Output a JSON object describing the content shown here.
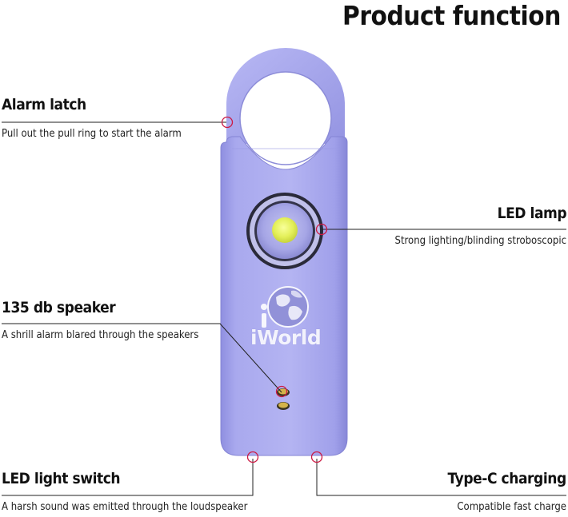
{
  "title": "Product function",
  "features": {
    "alarm_latch": {
      "heading": "Alarm latch",
      "description": "Pull out the pull ring to start the alarm"
    },
    "led_lamp": {
      "heading": "LED lamp",
      "description": "Strong lighting/blinding stroboscopic"
    },
    "speaker": {
      "heading": "135 db speaker",
      "description": "A shrill alarm blared through the speakers"
    },
    "led_switch": {
      "heading": "LED light switch",
      "description": "A harsh sound was emitted through the loudspeaker"
    },
    "type_c": {
      "heading": "Type-C charging",
      "description": "Compatible fast charge"
    }
  },
  "device": {
    "brand": "iWorld",
    "body_color": "#a6a6ec",
    "led_color": "#e4f05a",
    "marker_color": "#cc1a44"
  }
}
